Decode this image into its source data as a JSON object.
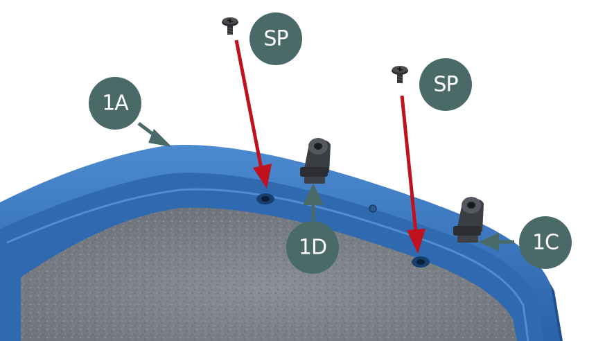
{
  "callouts": {
    "sp_left": "SP",
    "sp_right": "SP",
    "part_1a": "1A",
    "part_1d": "1D",
    "part_1c": "1C"
  },
  "colors": {
    "callout_fill": "#4a6a68",
    "frame_blue": "#3a78c0",
    "frame_blue_dark": "#1f4f8c",
    "panel_grey": "#7b8087",
    "screw_arrow_red": "#c0121e",
    "pointer_arrow": "#4a6a68"
  },
  "icons": [
    "screw-icon",
    "hinge-icon"
  ]
}
